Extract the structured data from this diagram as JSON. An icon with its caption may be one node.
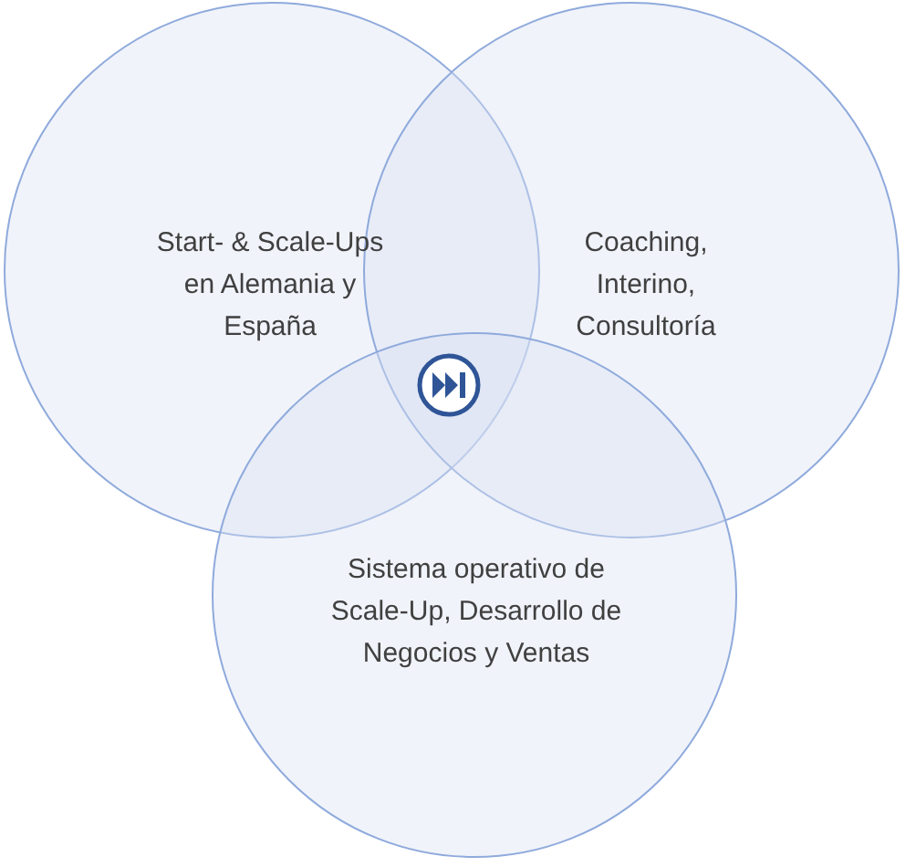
{
  "diagram": {
    "nodes": [
      {
        "text": [
          "Start- & Scale-Ups en Alemania y España"
        ]
      },
      {
        "text": [
          "Coaching, Interino, Consultoría"
        ]
      },
      {
        "text": [
          "Sistema operativo de Scale-Up, Desarrollo de Negocios y Ventas"
        ]
      }
    ]
  }
}
